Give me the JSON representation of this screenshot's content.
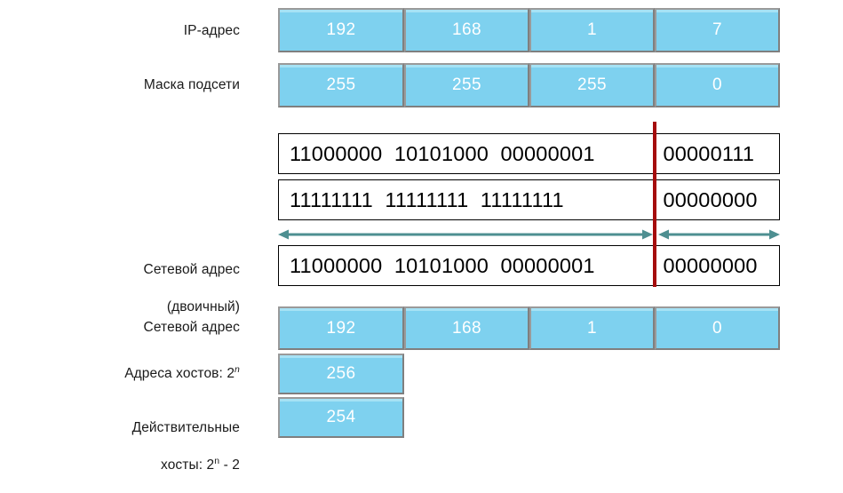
{
  "diagram": {
    "title_context": "IP address / subnet mask binary breakdown",
    "accent_blue": "#7ED1EF",
    "cell_border": "#7f7f7f",
    "boundary_line_color": "#a50c0c",
    "arrow_color": "#4e8f91",
    "text_on_blue": "#ffffff",
    "binary_text_color": "#000000"
  },
  "labels": {
    "ip_address": "IP-адрес",
    "subnet_mask": "Маска подсети",
    "network_address_binary_line1": "Сетевой адрес",
    "network_address_binary_line2": "(двоичный)",
    "network_address": "Сетевой адрес",
    "host_addresses_prefix": "Адреса хостов: 2",
    "host_addresses_exponent": "n",
    "valid_hosts_line1": "Действительные",
    "valid_hosts_line2_prefix": "хосты: 2",
    "valid_hosts_exponent": "n",
    "valid_hosts_line2_suffix": " - 2"
  },
  "rows": {
    "ip_address": {
      "octets": [
        "192",
        "168",
        "1",
        "7"
      ]
    },
    "subnet_mask": {
      "octets": [
        "255",
        "255",
        "255",
        "0"
      ]
    },
    "network_address": {
      "octets": [
        "192",
        "168",
        "1",
        "0"
      ]
    },
    "host_addresses": {
      "value": "256"
    },
    "valid_hosts": {
      "value": "254"
    }
  },
  "binary": {
    "ip_address": {
      "network_part": "11000000  10101000  00000001",
      "host_part": "00000111"
    },
    "subnet_mask": {
      "network_part": "11111111  11111111  11111111",
      "host_part": "00000000"
    },
    "network_address": {
      "network_part": "11000000  10101000  00000001",
      "host_part": "00000000"
    }
  },
  "arrows": {
    "network_portion_arrow": "network-portion-span-arrow",
    "host_portion_arrow": "host-portion-span-arrow"
  }
}
